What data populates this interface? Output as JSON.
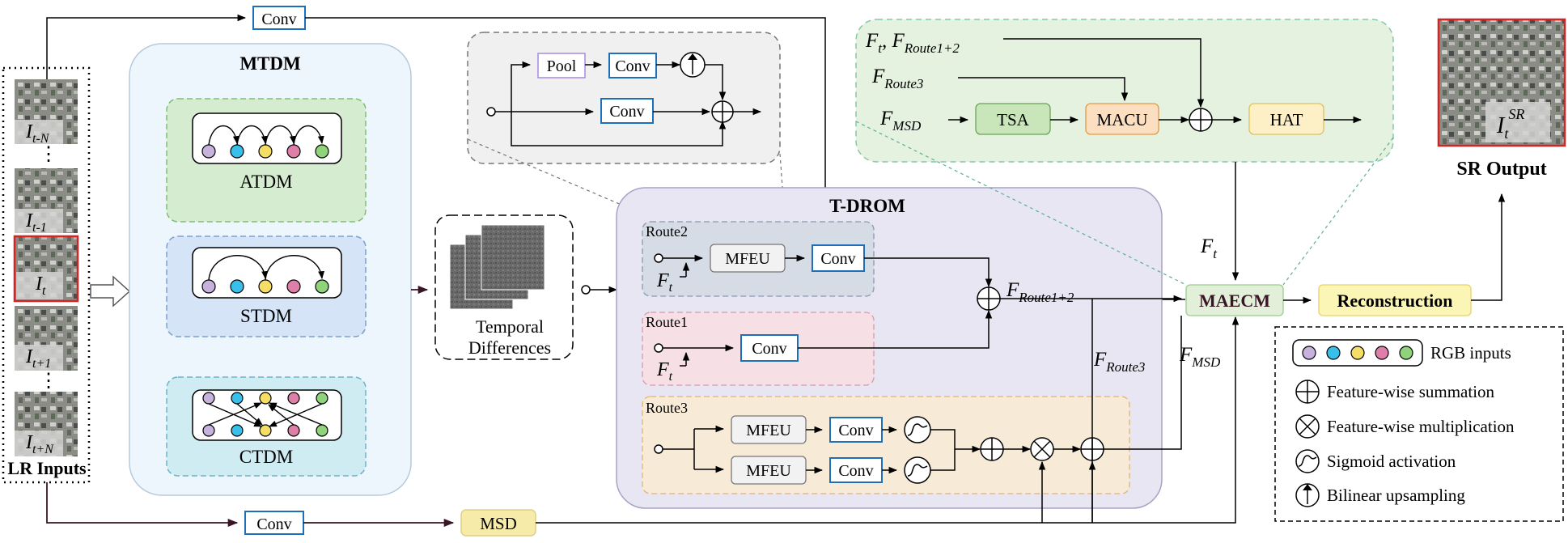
{
  "lr_inputs": {
    "label": "LR Inputs",
    "frames": [
      "I",
      "I",
      "I",
      "I",
      "I"
    ],
    "frame_subscripts": [
      "t-N",
      "t-1",
      "t",
      "t+1",
      "t+N"
    ],
    "dots": "⋮"
  },
  "top_conv": "Conv",
  "bottom_conv": "Conv",
  "msd": "MSD",
  "mtdm": {
    "title": "MTDM",
    "atdm": "ATDM",
    "stdm": "STDM",
    "ctdm": "CTDM"
  },
  "temporal_diff": {
    "line1": "Temporal",
    "line2": "Differences"
  },
  "mfeu_detail": {
    "pool": "Pool",
    "conv1": "Conv",
    "conv2": "Conv"
  },
  "tdrom": {
    "title": "T-DROM",
    "route2": {
      "label": "Route2",
      "mfeu": "MFEU",
      "conv": "Conv",
      "input": "F",
      "input_sub": "t"
    },
    "route1": {
      "label": "Route1",
      "conv": "Conv",
      "input": "F",
      "input_sub": "t"
    },
    "route3": {
      "label": "Route3",
      "mfeu_a": "MFEU",
      "mfeu_b": "MFEU",
      "conv_a": "Conv",
      "conv_b": "Conv"
    }
  },
  "signals": {
    "f_route12": "F",
    "f_route12_sub": "Route1+2",
    "f_route3": "F",
    "f_route3_sub": "Route3",
    "f_t": "F",
    "f_t_sub": "t",
    "f_msd": "F",
    "f_msd_sub": "MSD"
  },
  "maecm_detail": {
    "in1": "F",
    "in1_sub": "t",
    "in1_sep": ", ",
    "in1_b": "F",
    "in1_b_sub": "Route1+2",
    "in2": "F",
    "in2_sub": "Route3",
    "in3": "F",
    "in3_sub": "MSD",
    "tsa": "TSA",
    "macu": "MACU",
    "hat": "HAT"
  },
  "maecm": "MAECM",
  "reconstruction": "Reconstruction",
  "sr_output": {
    "label": "SR Output",
    "frame": "I",
    "frame_sub": "t",
    "frame_sup": "SR"
  },
  "legend": {
    "rgb": "RGB inputs",
    "sum": "Feature-wise summation",
    "mul": "Feature-wise multiplication",
    "sigmoid": "Sigmoid activation",
    "upsample": "Bilinear upsampling"
  },
  "colors": {
    "rgb": [
      "#c6b2dc",
      "#38c0ea",
      "#f4de66",
      "#dd7fa8",
      "#8fd47a"
    ],
    "mtdm_bg": "#eef6fd",
    "atdm_bg": "#d6ecd0",
    "stdm_bg": "#d5e5f7",
    "ctdm_bg": "#d0ecf3",
    "tdrom_bg": "#e8e6f3",
    "route2_bg": "#d5dce6",
    "route1_bg": "#f6e0e5",
    "route3_bg": "#f7ead7",
    "green_panel_bg": "#e4f2df",
    "gray_panel_bg": "#f0f0f0",
    "conv_border": "#1f6fb8",
    "msd_bg": "#f6eba8",
    "recon_bg": "#fbf6b6",
    "maecm_bg": "#e2f0da",
    "tsa_bg": "#c9e6ba",
    "macu_bg": "#fbdfc0",
    "hat_bg": "#fdf0c6",
    "dark_arrow": "#3a1526"
  }
}
